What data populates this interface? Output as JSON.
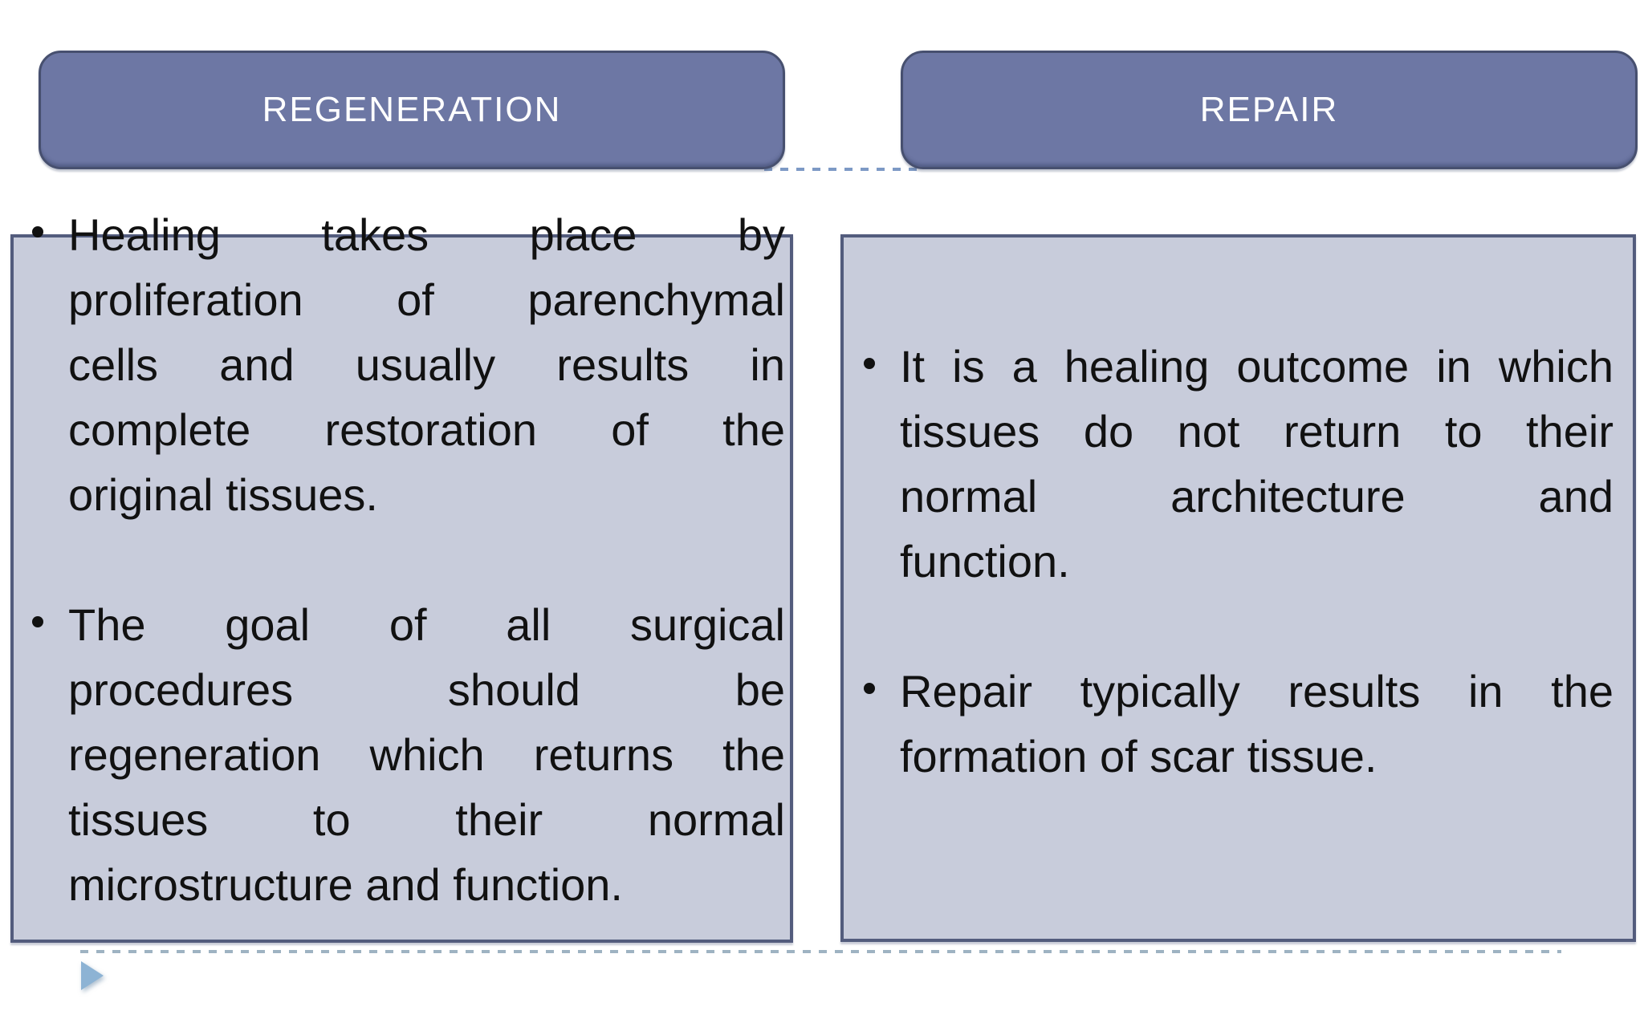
{
  "slide": {
    "columns": [
      {
        "header": "REGENERATION",
        "bullets": [
          {
            "lines": [
              "Healing takes place by",
              "proliferation of parenchymal",
              "cells and usually results in",
              "complete restoration of the",
              "original tissues."
            ]
          },
          {
            "lines": [
              "The goal of all surgical",
              "procedures should be",
              "regeneration which returns the",
              "tissues to their normal",
              "microstructure and function."
            ]
          }
        ]
      },
      {
        "header": "REPAIR",
        "bullets": [
          {
            "lines": [
              "It is a healing outcome in which",
              "tissues do not return to their",
              "normal architecture and",
              "function."
            ]
          },
          {
            "lines": [
              "Repair typically results in the",
              "formation of scar tissue."
            ]
          }
        ]
      }
    ],
    "icons": {
      "advance_arrow": "play-triangle"
    },
    "colors": {
      "header_fill": "#6d77a4",
      "header_border": "#47506f",
      "header_text": "#ffffff",
      "panel_fill": "#c8ccdb",
      "panel_border": "#535c7d",
      "body_text": "#111111",
      "dash_top": "#7d99c5",
      "dash_bottom": "#9eb3c2",
      "advance_arrow": "#8db3d4",
      "background": "#ffffff"
    }
  }
}
